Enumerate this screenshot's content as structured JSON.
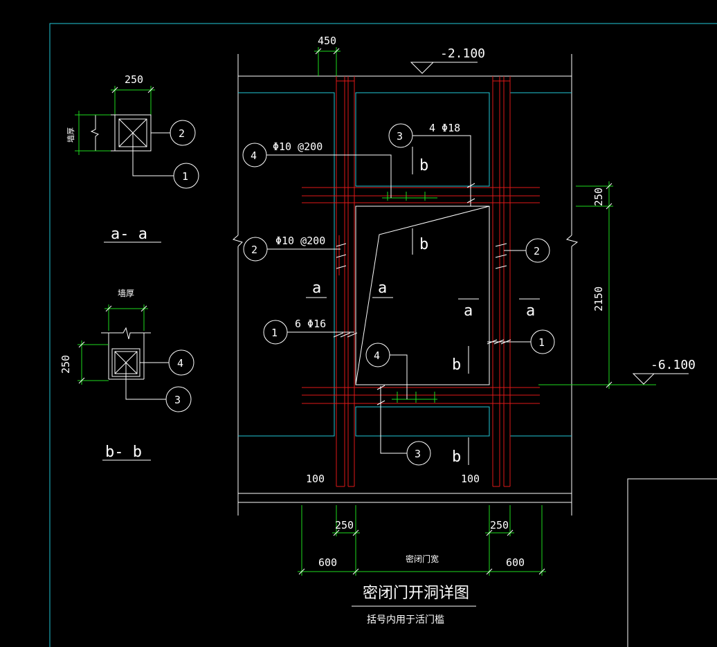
{
  "drawing": {
    "title": "密闭门开洞详图",
    "subtitle": "括号内用于活门槛",
    "elev_top": "-2.100",
    "elev_bottom": "-6.100"
  },
  "dims": {
    "top_450": "450",
    "right_250": "250",
    "right_2150": "2150",
    "bot_250_left": "250",
    "bot_250_right": "250",
    "bot_600_left": "600",
    "bot_door_width": "密闭门宽",
    "bot_600_right": "600",
    "cov_100_left": "100",
    "cov_100_right": "100"
  },
  "rebar": {
    "r4_top": "Φ10 @200",
    "r3_top": "4 Φ18",
    "r2": "Φ10 @200",
    "r1": "6 Φ16"
  },
  "marks": {
    "n1": "1",
    "n2": "2",
    "n3": "3",
    "n4": "4"
  },
  "sections": {
    "a": "a",
    "b": "b",
    "aa_title": "a- a",
    "bb_title": "b- b",
    "aa_dim": "250",
    "aa_side": "墙厚",
    "bb_side": "墙厚",
    "bb_dim": "250"
  }
}
